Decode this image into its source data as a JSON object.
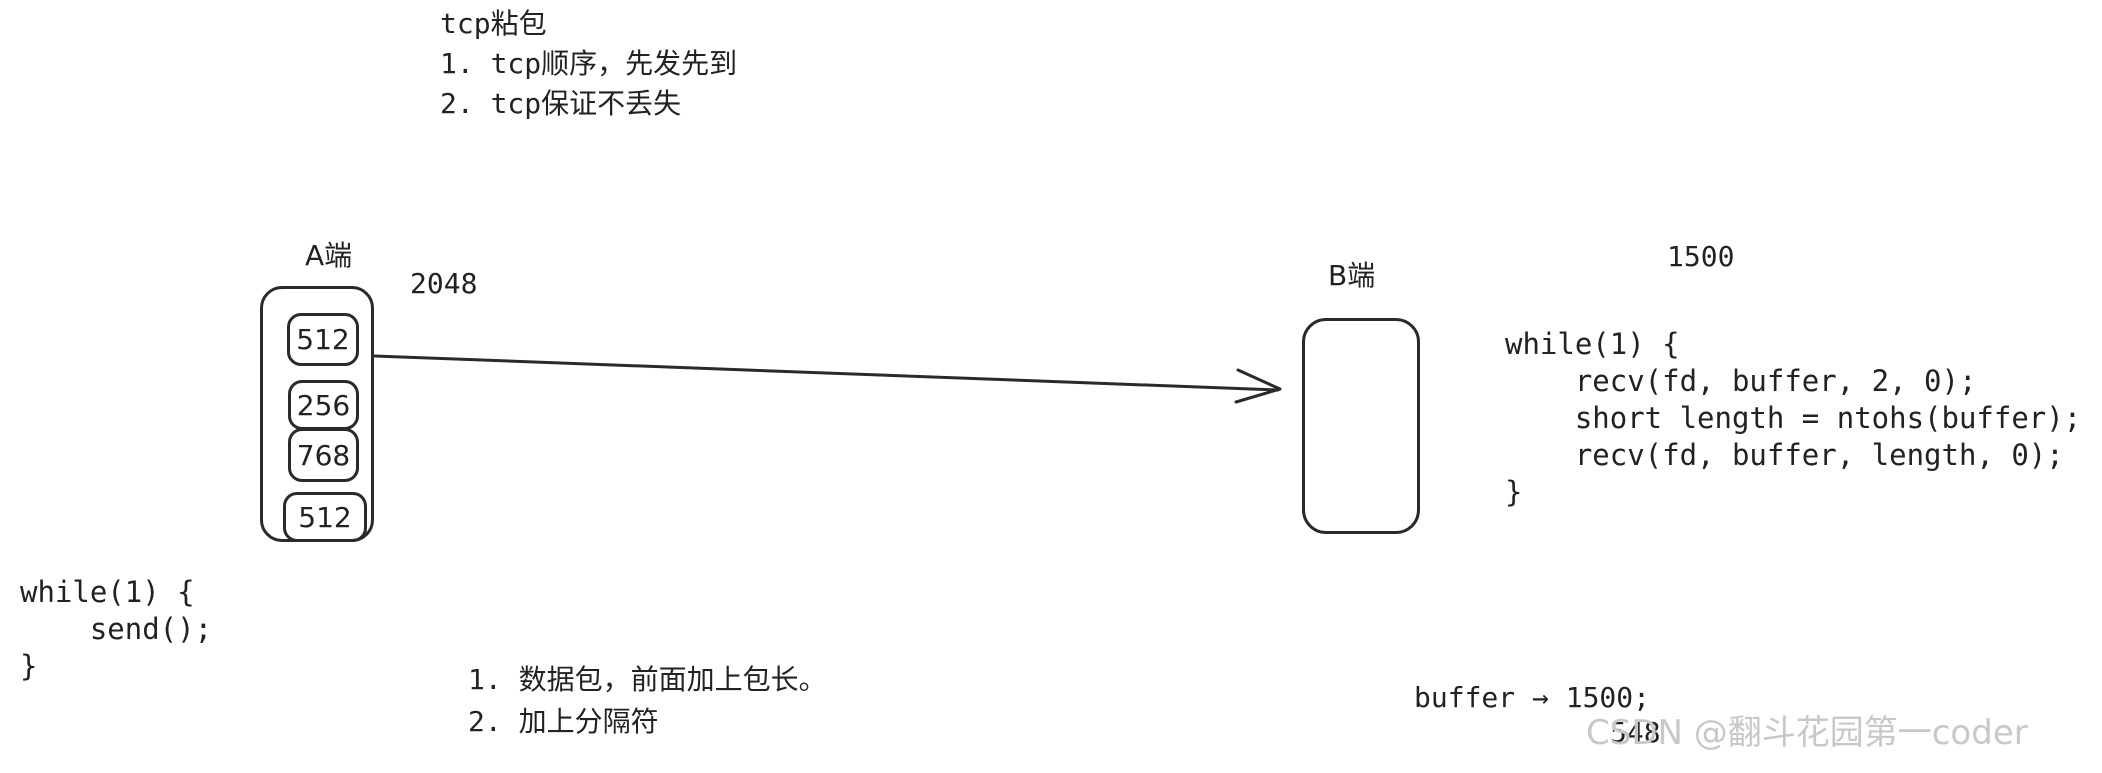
{
  "notes": {
    "title": "tcp粘包",
    "line1": "1. tcp顺序，先发先到",
    "line2": "2. tcp保证不丢失"
  },
  "sender": {
    "label": "A端",
    "total": "2048",
    "packets": [
      "512",
      "256",
      "768",
      "512"
    ],
    "code": [
      "while(1) {",
      "    send();",
      "}"
    ]
  },
  "receiver": {
    "label": "B端",
    "mtu": "1500",
    "code": [
      "while(1) {",
      "    recv(fd, buffer, 2, 0);",
      "    short length = ntohs(buffer);",
      "    recv(fd, buffer, length, 0);",
      "}"
    ]
  },
  "solutions": {
    "line1": "1. 数据包，前面加上包长。",
    "line2": "2. 加上分隔符"
  },
  "buffer_note": {
    "text": "buffer → 1500;",
    "remainder": "548"
  },
  "watermark": "CSDN @翻斗花园第一coder"
}
